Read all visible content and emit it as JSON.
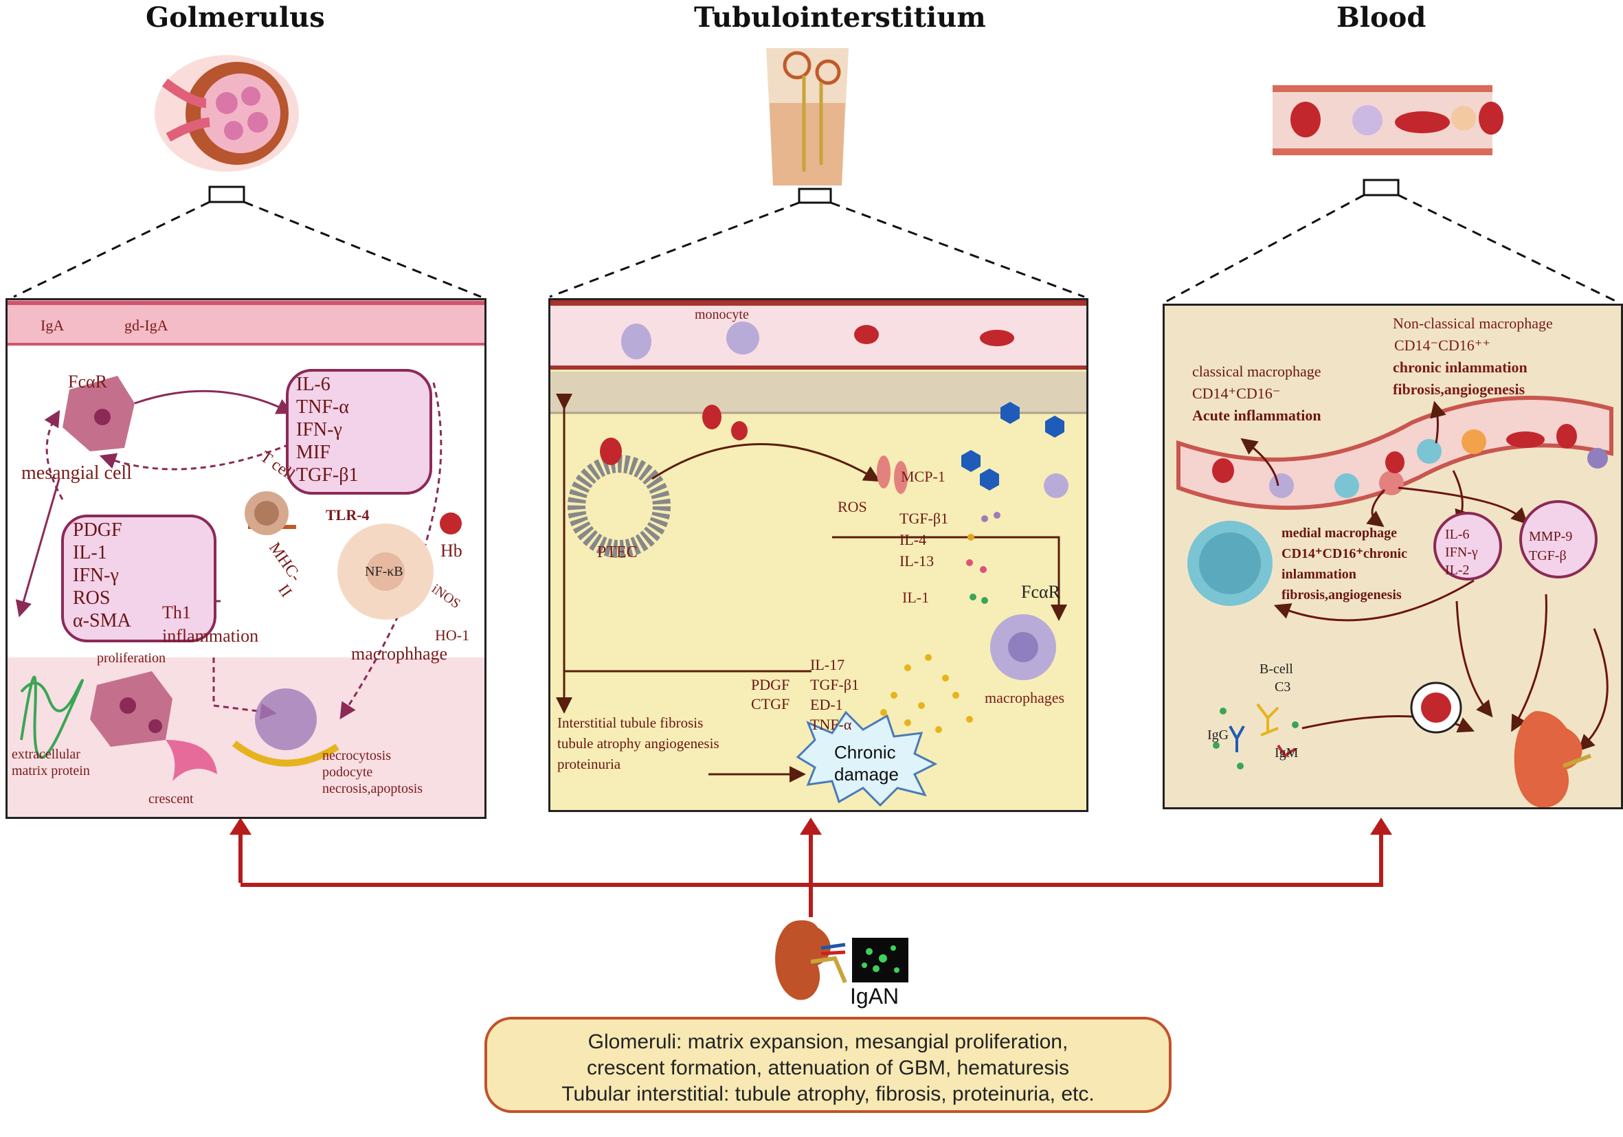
{
  "titles": {
    "glomerulus": "Golmerulus",
    "tubulointerstitium": "Tubulointerstitium",
    "blood": "Blood"
  },
  "glomerulus_panel": {
    "vessel_labels": [
      "IgA",
      "gd-IgA"
    ],
    "receptor": "FcαR",
    "mesangial": "mesangial cell",
    "cytokines_top": [
      "IL-6",
      "TNF-α",
      "IFN-γ",
      "MIF",
      "TGF-β1"
    ],
    "cytokines_left": [
      "PDGF",
      "IL-1",
      "IFN-γ",
      "ROS",
      "α-SMA"
    ],
    "t_cell": "T cell",
    "tlr": "TLR-4",
    "mhc": "MHC-",
    "mhc2": "II",
    "nfkb": "NF-κB",
    "hb": "Hb",
    "inos": "iNOS",
    "ho1": "HO-1",
    "th1": "Th1",
    "inflammation": "inflammation",
    "macrophage": "macrophhage",
    "proliferation": "proliferation",
    "ecm": [
      "extracellular",
      "matrix protein"
    ],
    "crescent": "crescent",
    "necro": [
      "necrocytosis",
      "podocyte",
      "necrosis,apoptosis"
    ]
  },
  "tubule_panel": {
    "monocyte": "monocyte",
    "ptec": "PTEC",
    "ros": "ROS",
    "mcp": "MCP-1",
    "cytokines_right": [
      "TGF-β1",
      "IL-4",
      "IL-13",
      "IL-1"
    ],
    "fcar": "FcαR",
    "macrophages": "macrophages",
    "left_factors": [
      "PDGF",
      "CTGF"
    ],
    "mid_factors": [
      "IL-17",
      "TGF-β1",
      "ED-1",
      "TNF-α"
    ],
    "outcomes": [
      "Interstitial tubule fibrosis",
      "tubule atrophy angiogenesis",
      "proteinuria"
    ],
    "chronic": [
      "Chronic",
      "damage"
    ]
  },
  "blood_panel": {
    "nonclassical": [
      "Non-classical macrophage",
      "CD14⁻CD16⁺⁺",
      "chronic inlammation",
      "fibrosis,angiogenesis"
    ],
    "classical": [
      "classical macrophage",
      "CD14⁺CD16⁻",
      "Acute inflammation"
    ],
    "medial": [
      "medial macrophage",
      "CD14⁺CD16⁺chronic",
      "inlammation",
      "fibrosis,angiogenesis"
    ],
    "cyt_a": [
      "IL-6",
      "IFN-γ",
      "IL-2"
    ],
    "cyt_b": [
      "MMP-9",
      "TGF-β"
    ],
    "ab_labels": [
      "B-cell",
      "C3",
      "IgG",
      "IgM"
    ]
  },
  "igan_label": "IgAN",
  "summary": [
    "Glomeruli: matrix expansion, mesangial proliferation,",
    "crescent formation, attenuation of GBM, hematuresis",
    "Tubular interstitial: tubule atrophy, fibrosis, proteinuria, etc."
  ],
  "colors": {
    "arrow_red": "#b71c1c",
    "pink_bg": "#f8dfe4",
    "yellow_bg": "#f6eeb6",
    "tan_bg": "#f1e4c6",
    "summary_bg": "#f7e8b4"
  }
}
